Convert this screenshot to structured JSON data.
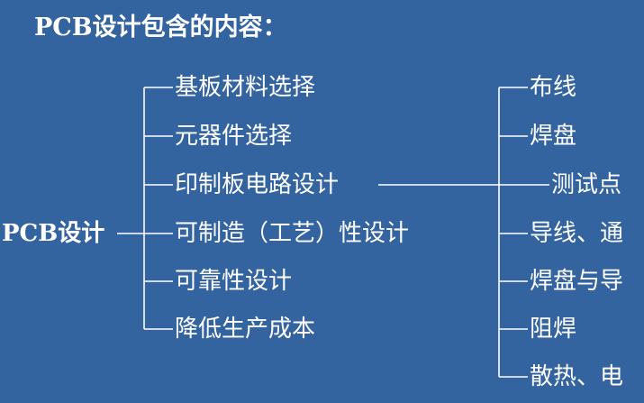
{
  "title": "PCB设计包含的内容：",
  "root": "PCB设计",
  "middle_items": [
    "基板材料选择",
    "元器件选择",
    "印制板电路设计",
    "可制造（工艺）性设计",
    "可靠性设计",
    "降低生产成本"
  ],
  "right_items": [
    "布线",
    "焊盘",
    "测试点",
    "导线、通",
    "焊盘与导",
    "阻焊",
    "散热、电"
  ],
  "colors": {
    "background": "#3464a0",
    "foreground": "#ffffff"
  }
}
